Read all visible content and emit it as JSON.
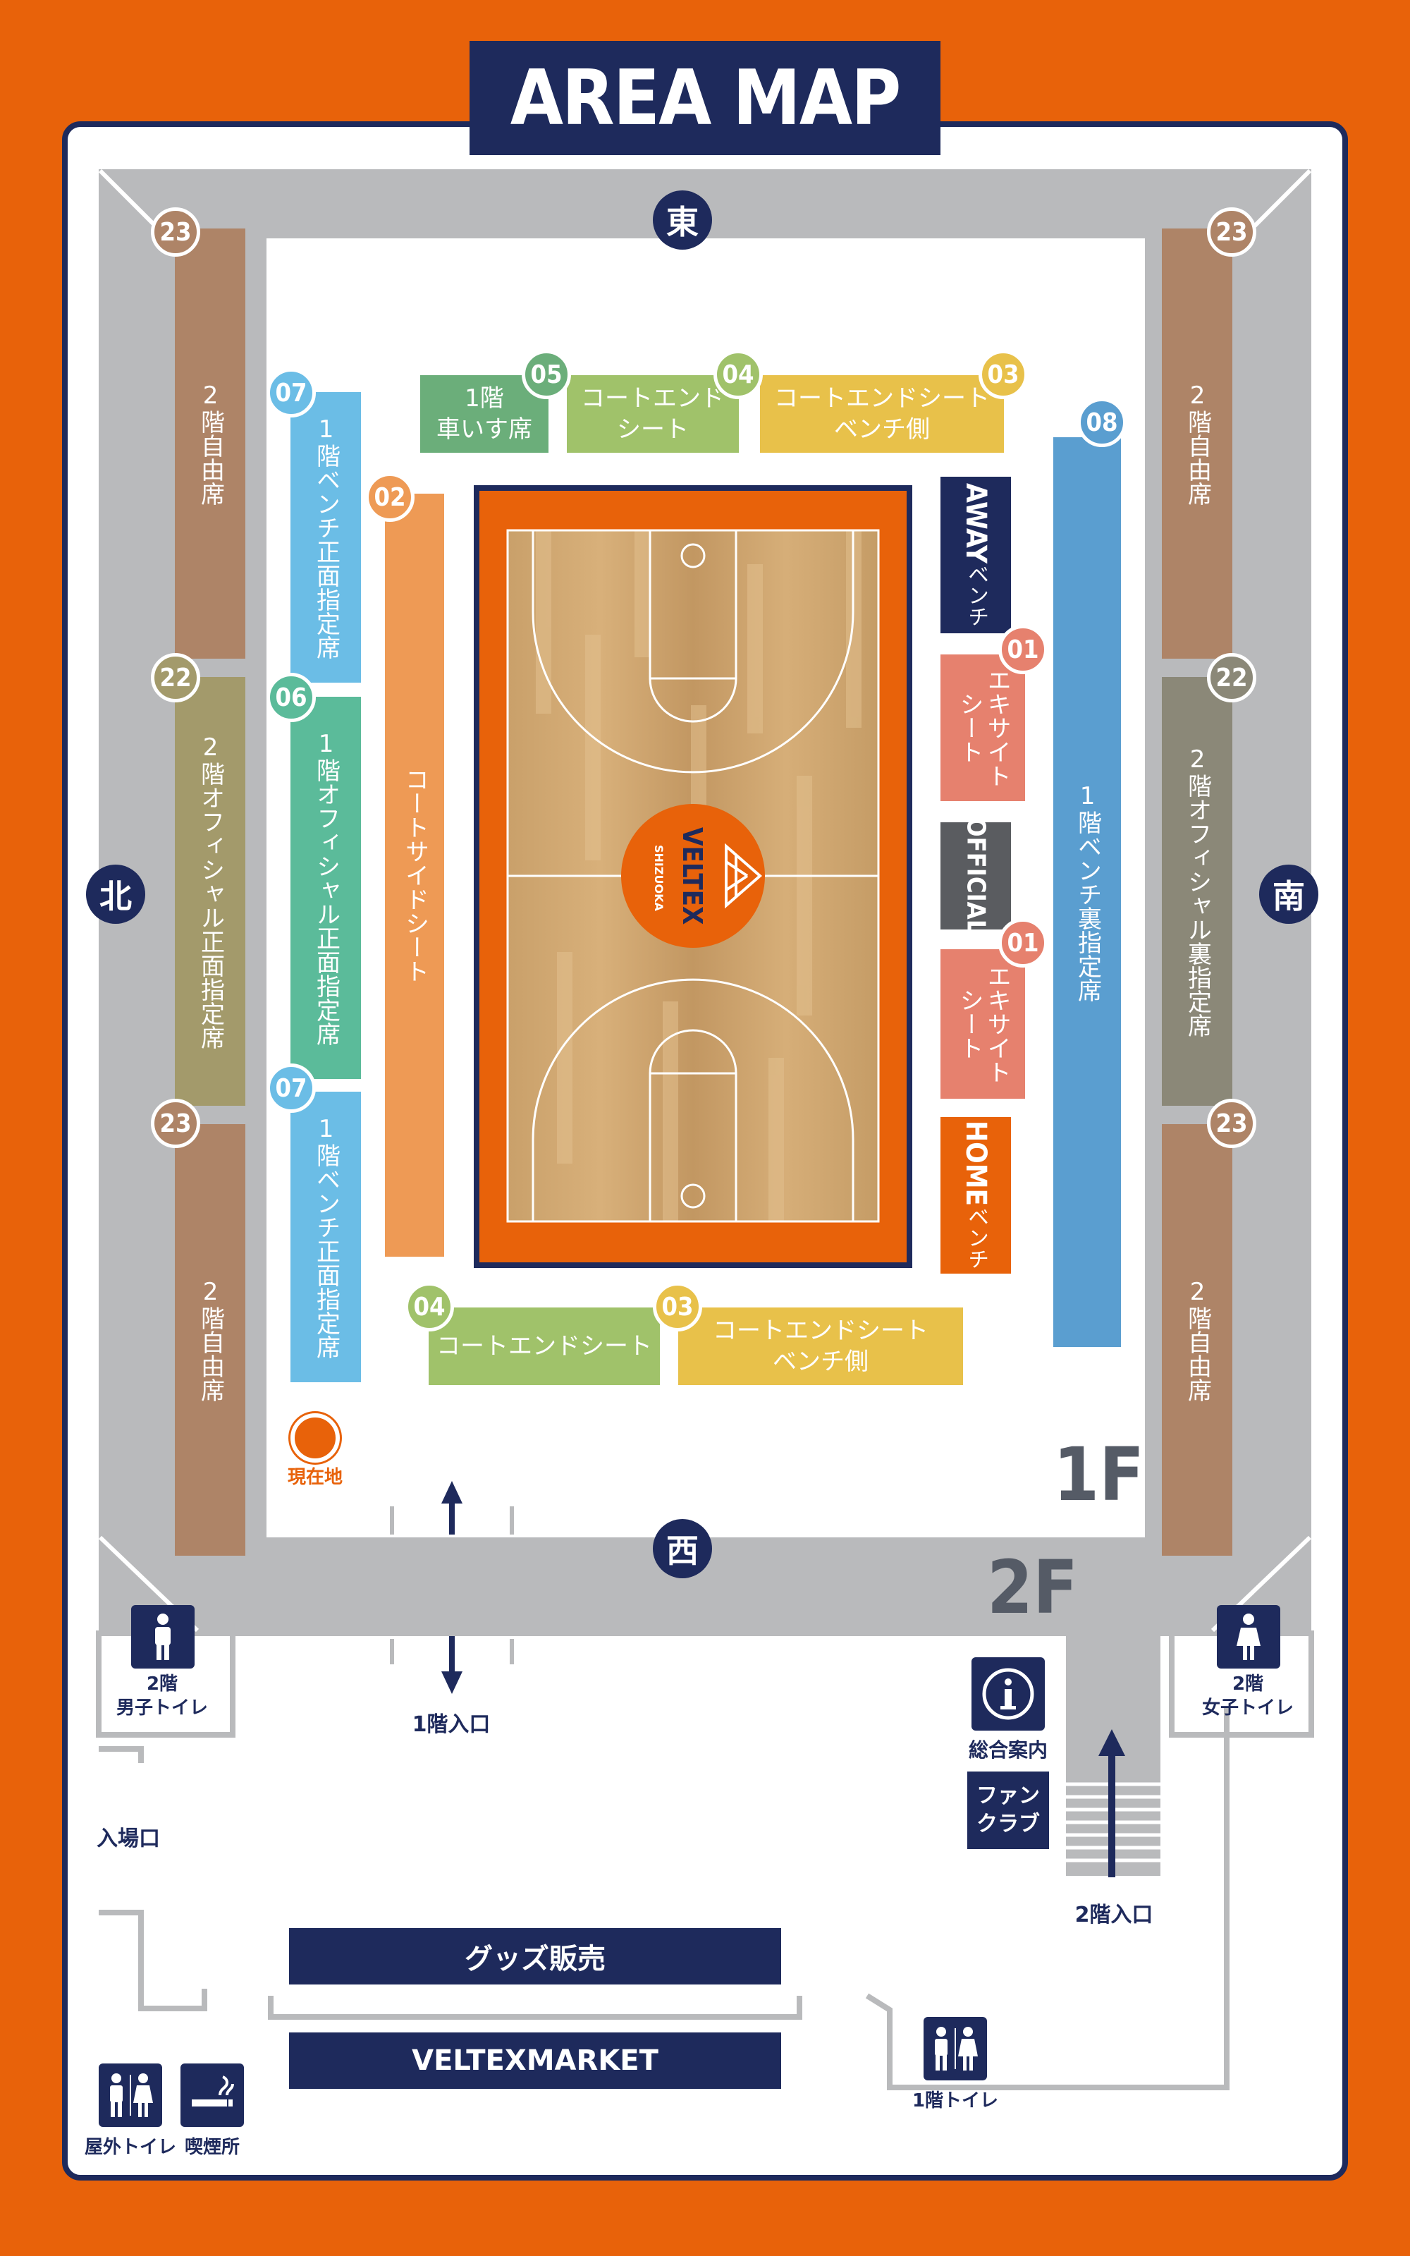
{
  "title": "AREA MAP",
  "directions": {
    "east": "東",
    "west": "西",
    "north": "北",
    "south": "南"
  },
  "floors": {
    "f1": "1F",
    "f2": "2F"
  },
  "colors": {
    "orange": "#E8620A",
    "navy": "#1E2A5C",
    "gray": "#B9BABC",
    "free_seat": "#AE8467",
    "official_front": "#A39A6B",
    "official_back": "#8B8878",
    "bench_front": "#6BBDE6",
    "bench_back": "#5A9ED0",
    "official_front_1f": "#5BBB9A",
    "courtside": "#EE9A55",
    "wheelchair": "#6BAE7A",
    "courtend": "#A0C26A",
    "courtend_bench": "#E8C14A",
    "excite": "#E6816E"
  },
  "badges": {
    "b01": "01",
    "b02": "02",
    "b03": "03",
    "b04": "04",
    "b05": "05",
    "b06": "06",
    "b07": "07",
    "b08": "08",
    "b22": "22",
    "b23": "23"
  },
  "seats": {
    "free_2f": "2階自由席",
    "official_front_2f": "2階オフィシャル正面指定席",
    "official_back_2f": "2階オフィシャル裏指定席",
    "bench_front_1f": "1階ベンチ正面指定席",
    "official_front_1f": "1階オフィシャル正面指定席",
    "courtside": "コートサイドシート",
    "wheelchair": "1階\n車いす席",
    "courtend": "コートエンド\nシート",
    "courtend_long": "コートエンドシート",
    "courtend_bench": "コートエンドシート\nベンチ側",
    "excite": "エキサイト\nシート",
    "bench_back_1f": "1階ベンチ裏指定席"
  },
  "benches": {
    "away": "AWAY",
    "away_suffix": "ベンチ",
    "official": "OFFICIAL",
    "home": "HOME",
    "home_suffix": "ベンチ"
  },
  "team": {
    "name": "VELTEX",
    "city": "SHIZUOKA"
  },
  "facilities": {
    "current_location": "現在地",
    "entrance_1f": "1階入口",
    "entrance_2f": "2階入口",
    "entrance_gate": "入場口",
    "mens_toilet_2f": "2階\n男子トイレ",
    "womens_toilet_2f": "2階\n女子トイレ",
    "info": "総合案内",
    "fanclub": "ファン\nクラブ",
    "goods": "グッズ販売",
    "market": "VELTEXMARKET",
    "outdoor_toilet": "屋外トイレ",
    "smoking": "喫煙所",
    "toilet_1f": "1階トイレ"
  },
  "icons": {
    "info": "info-icon",
    "man": "man-icon",
    "woman": "woman-icon",
    "smoking": "smoking-icon"
  }
}
